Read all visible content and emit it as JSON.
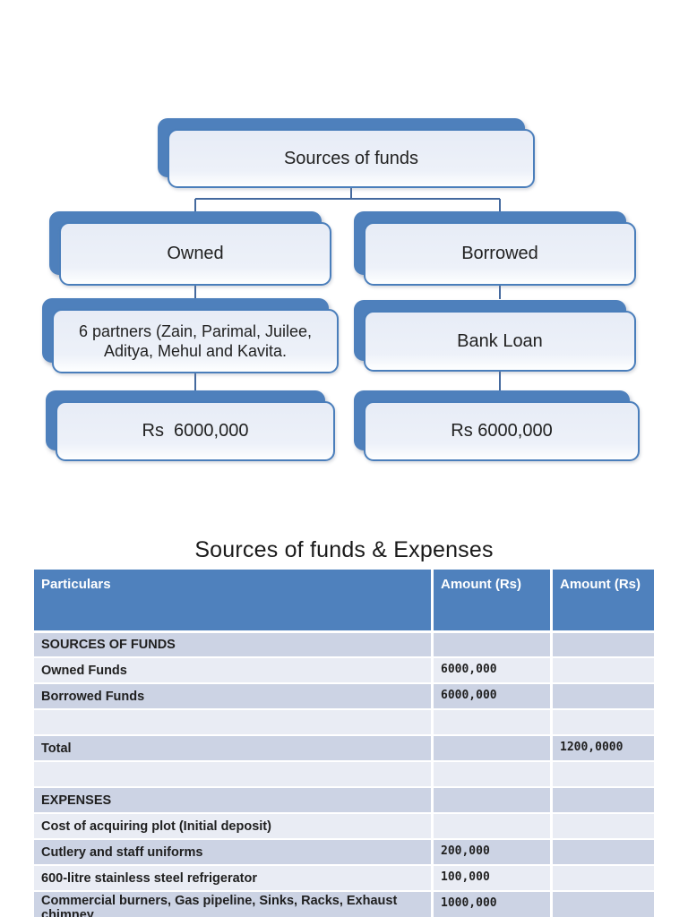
{
  "diagram": {
    "root_label": "Sources of funds",
    "owned_label": "Owned",
    "borrowed_label": "Borrowed",
    "partners_label": "6 partners (Zain, Parimal, Juilee, Aditya, Mehul and Kavita.",
    "bank_loan_label": "Bank Loan",
    "owned_amount_label": "Rs  6000,000",
    "borrowed_amount_label": "Rs 6000,000"
  },
  "table_section": {
    "title": "Sources of funds & Expenses",
    "columns": [
      "Particulars",
      "Amount (Rs)",
      "Amount (Rs)"
    ],
    "rows": [
      {
        "particulars": "SOURCES OF FUNDS",
        "amount1": "",
        "amount2": ""
      },
      {
        "particulars": "Owned Funds",
        "amount1": "6000,000",
        "amount2": ""
      },
      {
        "particulars": "Borrowed Funds",
        "amount1": "6000,000",
        "amount2": ""
      },
      {
        "particulars": "",
        "amount1": "",
        "amount2": ""
      },
      {
        "particulars": "Total",
        "amount1": "",
        "amount2": "1200,0000"
      },
      {
        "particulars": "",
        "amount1": "",
        "amount2": ""
      },
      {
        "particulars": "EXPENSES",
        "amount1": "",
        "amount2": ""
      },
      {
        "particulars": "Cost of acquiring plot (Initial deposit)",
        "amount1": "",
        "amount2": ""
      },
      {
        "particulars": "Cutlery and staff uniforms",
        "amount1": "200,000",
        "amount2": ""
      },
      {
        "particulars": "600-litre stainless steel refrigerator",
        "amount1": "100,000",
        "amount2": ""
      },
      {
        "particulars": "Commercial burners, Gas pipeline, Sinks, Racks, Exhaust chimney",
        "amount1": "1000,000",
        "amount2": ""
      }
    ]
  },
  "colors": {
    "header_blue": "#4f81bd",
    "band_dark": "#ccd3e4",
    "band_light": "#e9ecf4",
    "node_back_blue": "#4e80bc",
    "node_border_blue": "#4a7ebb",
    "connector_blue": "#44699e"
  }
}
